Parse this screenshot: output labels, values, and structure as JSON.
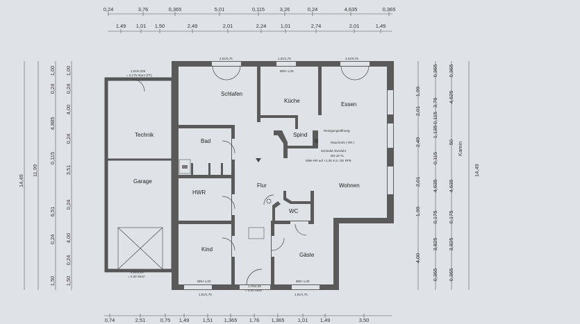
{
  "top_dims_row1": [
    "0,24",
    "3,76",
    "0,365",
    "5,01",
    "0,115",
    "3,26",
    "0,24",
    "4,635",
    "0,365"
  ],
  "top_dims_row2": [
    "1,49",
    "1,01",
    "1,50",
    "2,49",
    "2,01",
    "2,24",
    "1,01",
    "2,74",
    "2,01",
    "1,49"
  ],
  "bottom_dims": [
    "0,74",
    "2,51",
    "0,75",
    "1,49",
    "1,51",
    "1,365",
    "1,76",
    "1,365",
    "1,01",
    "1,49",
    "3,50"
  ],
  "left_total": [
    "14,49",
    "11,99"
  ],
  "left_col1": [
    "1,00",
    "0,24",
    "4,885",
    "0,115",
    "6,51",
    "0,24",
    "1,50"
  ],
  "left_col2": [
    "1,00",
    "0,24",
    "4,00",
    "0,24",
    "3,51",
    "0,24",
    "4,00",
    "0,24",
    "1,50"
  ],
  "right_col1": [
    "1,99",
    "2,01",
    "2,49",
    "2,01",
    "1,99",
    "4,00"
  ],
  "right_col2": [
    "0,365",
    "3,76",
    "0,115",
    "1,135",
    "0,115",
    "4,635",
    "0,175",
    "3,825",
    "0,365"
  ],
  "right_col3": [
    "0,365",
    "4,625",
    "50",
    "4,635",
    "0,175",
    "3,825",
    "0,365"
  ],
  "right_total": [
    "14,49"
  ],
  "right_kamin": "Kamin",
  "rooms": {
    "schlafen": "Schlafen",
    "kueche": "Küche",
    "essen": "Essen",
    "technik": "Technik",
    "bad": "Bad",
    "spind": "Spind",
    "garage": "Garage",
    "flur": "Flur",
    "wohnen": "Wohnen",
    "hwr": "HWR",
    "wc": "WC",
    "kind": "Kind",
    "gaeste": "Gäste"
  },
  "notes": {
    "win_schlafen": "2,01/0,75",
    "win_kueche": "1,01/1,75",
    "brh_kueche": "BRH 1,00",
    "win_essen": "2,01/0,75",
    "tech_win": "1,01/0,325",
    "tech_win2": "= 0,175 Sturz (FT)",
    "reinigung": "Reinigungsöffnung",
    "rauchrohr": "Rauchrohr ( RR )",
    "schiedel": "Schiedel Abzufuhr",
    "dn": "DN 18 TL",
    "mitte": "Mitte RR auf +1,35 m.ü. OK RFB",
    "garage_door": "2,51/2,21",
    "garage_door2": "= 0,30 Sturz",
    "entry_door": "1,76/2,45",
    "entry_door2": "= 0,30 Sturz",
    "brh_kind": "BRH 1,00",
    "brh_gaeste": "BRH 1,00",
    "kind_win": "1,51/1,75",
    "gaeste_win": "1,51/1,75"
  }
}
